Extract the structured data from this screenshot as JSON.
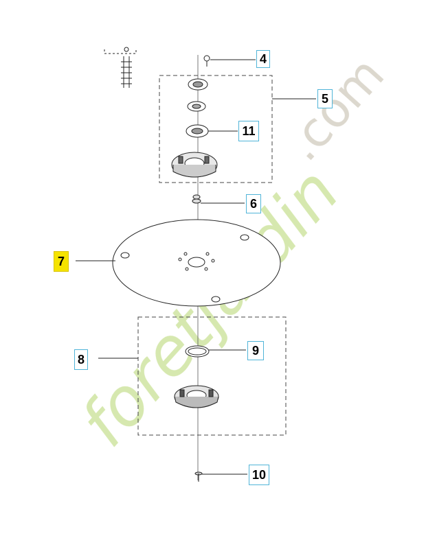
{
  "diagram": {
    "watermark": "foretjardin.com",
    "callouts": [
      {
        "id": "4",
        "label": "4",
        "highlight": false
      },
      {
        "id": "5",
        "label": "5",
        "highlight": false
      },
      {
        "id": "6",
        "label": "6",
        "highlight": false
      },
      {
        "id": "7",
        "label": "7",
        "highlight": true
      },
      {
        "id": "8",
        "label": "8",
        "highlight": false
      },
      {
        "id": "9",
        "label": "9",
        "highlight": false
      },
      {
        "id": "10",
        "label": "10",
        "highlight": false
      },
      {
        "id": "11",
        "label": "11",
        "highlight": false
      }
    ],
    "colors": {
      "line": "#222222",
      "callout_border": "#4fb4d8",
      "highlight": "#f5e300",
      "watermark_green": "#d2e6a6",
      "watermark_gray": "#d9d4c9"
    }
  }
}
